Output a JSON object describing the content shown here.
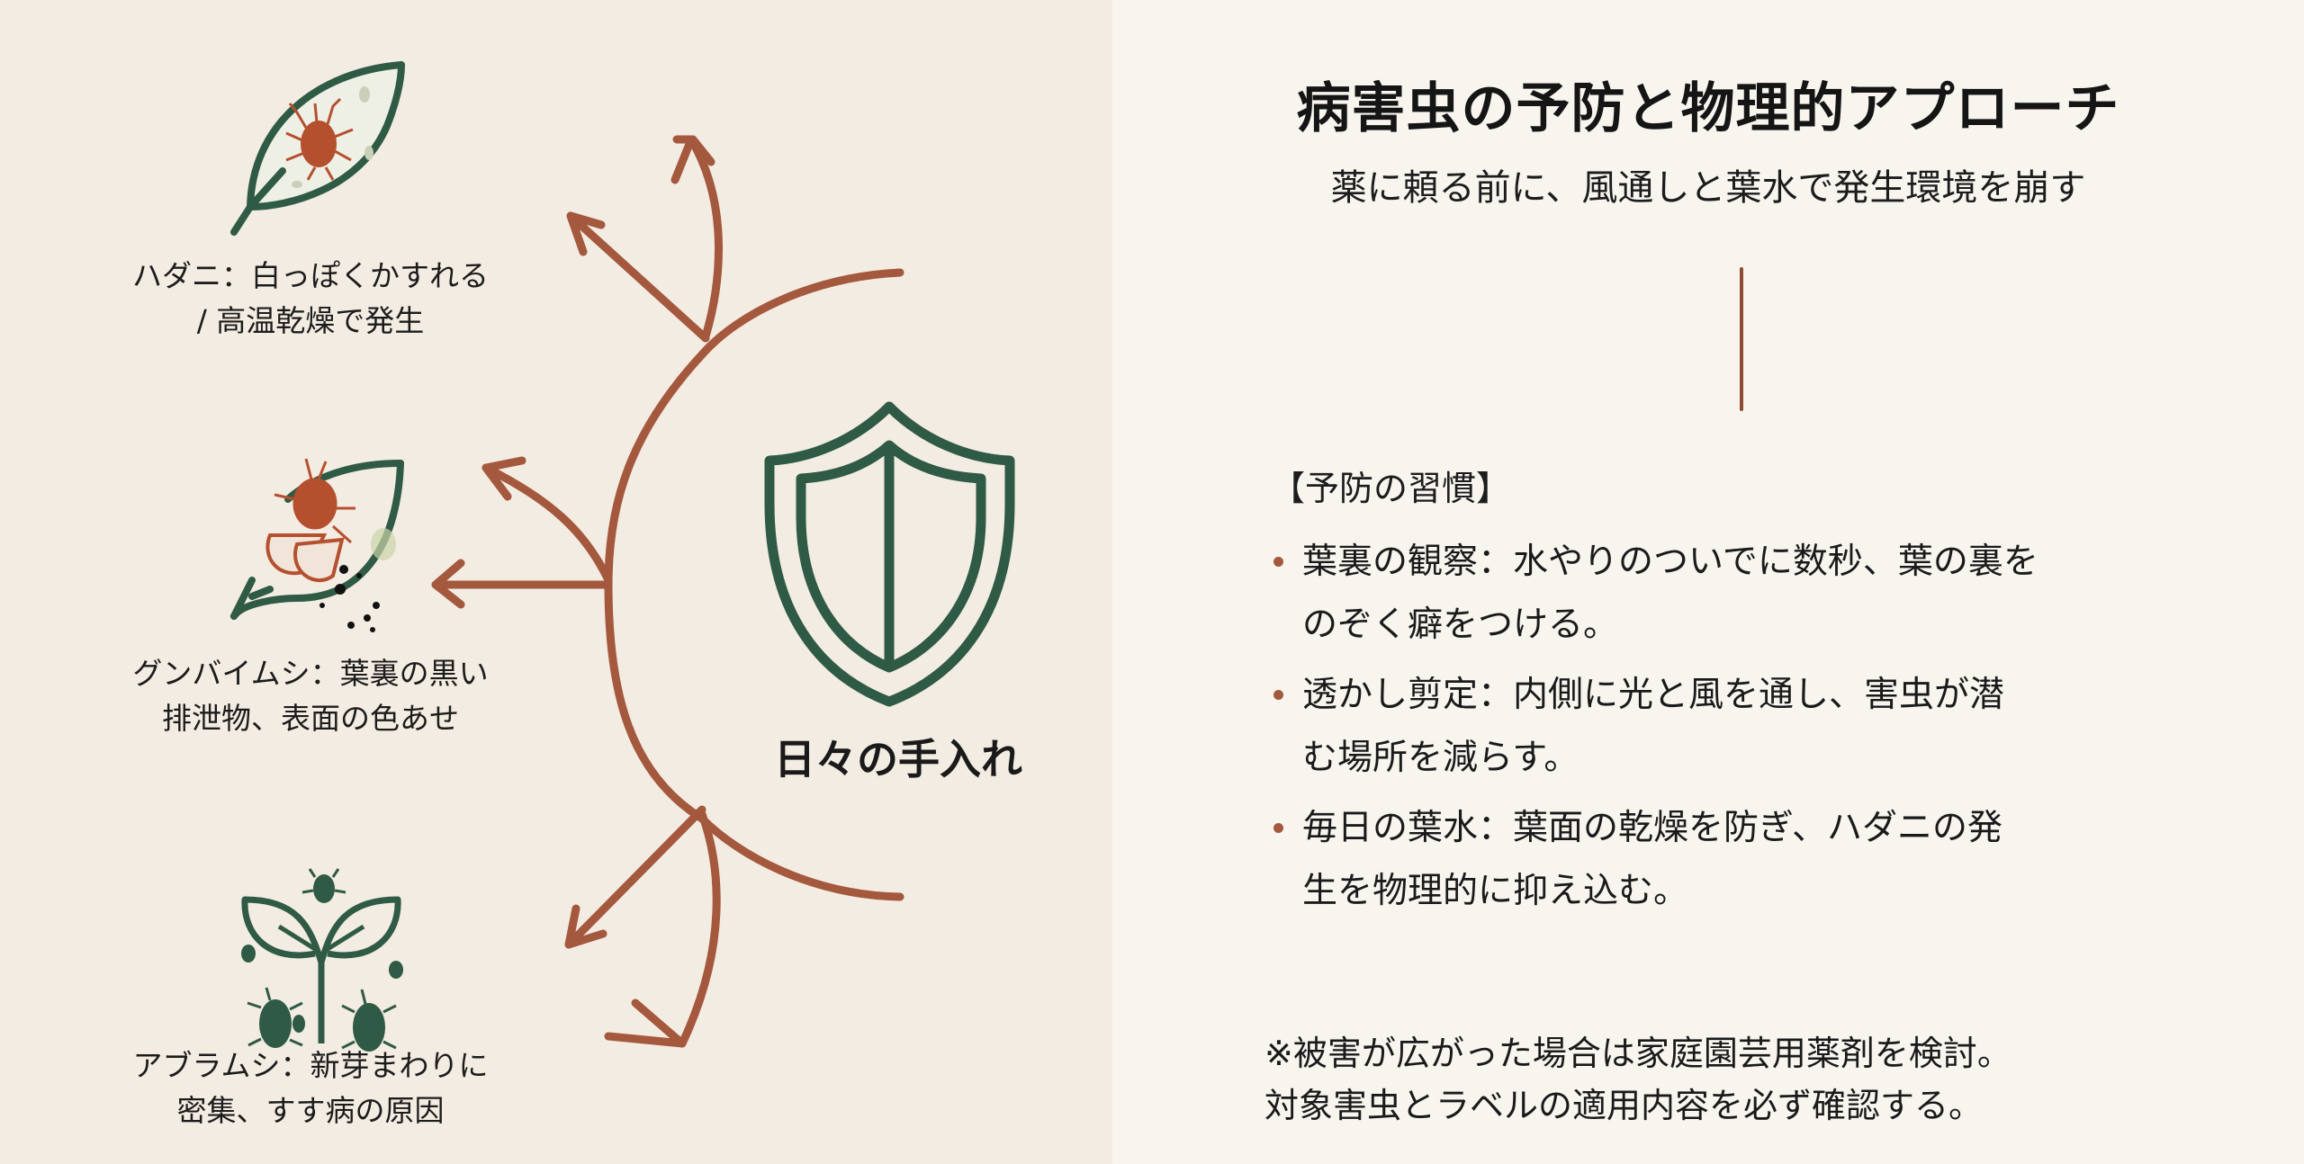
{
  "colors": {
    "left_background": "#f3ece2",
    "right_background": "#f8f5ef",
    "arrow_rust": "#a4583d",
    "icon_green": "#2f5a45",
    "divider": "#8e4a33",
    "text": "#1a1a1a"
  },
  "diagram": {
    "center": {
      "icon": "shield-icon",
      "label": "日々の手入れ"
    },
    "pests": [
      {
        "icon": "leaf-with-spider-mite-icon",
        "line1": "ハダニ：白っぽくかすれる",
        "line2": "/ 高温乾燥で発生"
      },
      {
        "icon": "leaf-with-lace-bug-icon",
        "line1": "グンバイムシ：葉裏の黒い",
        "line2": "排泄物、表面の色あせ"
      },
      {
        "icon": "sprout-with-aphids-icon",
        "line1": "アブラムシ：新芽まわりに",
        "line2": "密集、すす病の原因"
      }
    ]
  },
  "panel": {
    "title": "病害虫の予防と物理的アプローチ",
    "subtitle": "薬に頼る前に、風通しと葉水で発生環境を崩す",
    "habits_heading": "【予防の習慣】",
    "habits": [
      {
        "line1": "葉裏の観察：水やりのついでに数秒、葉の裏を",
        "line2": "のぞく癖をつける。"
      },
      {
        "line1": "透かし剪定：内側に光と風を通し、害虫が潜",
        "line2": "む場所を減らす。"
      },
      {
        "line1": "毎日の葉水：葉面の乾燥を防ぎ、ハダニの発",
        "line2": "生を物理的に抑え込む。"
      }
    ],
    "note_line1": "※被害が広がった場合は家庭園芸用薬剤を検討。",
    "note_line2": "対象害虫とラベルの適用内容を必ず確認する。"
  }
}
